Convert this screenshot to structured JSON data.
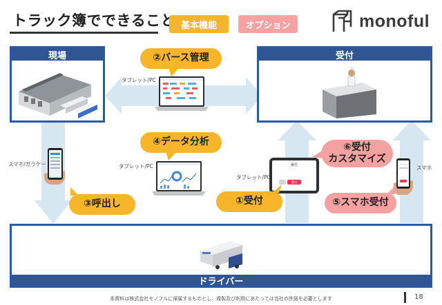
{
  "header": {
    "title": "トラック簿でできること",
    "badge_main": "基本機能",
    "badge_option": "オプション",
    "logo_text": "monoful"
  },
  "boxes": {
    "genba": "現場",
    "uketsuke": "受付",
    "driver": "ドライバー"
  },
  "features": {
    "f1": "①受付",
    "f2": "②バース管理",
    "f3": "③呼出し",
    "f4": "④データ分析",
    "f5": "⑤スマホ受付",
    "f6_line1": "⑥受付",
    "f6_line2": "カスタマイズ"
  },
  "device_labels": {
    "tablet_pc_1": "タブレット/PC",
    "tablet_pc_2": "タブレット/PC",
    "tablet_pc_3": "タブレット/PC",
    "smartphone_feature": "スマホ/ガラケー",
    "smartphone": "スマホ"
  },
  "tablet_screen": {
    "title": "受付",
    "button": "受付"
  },
  "footer": {
    "note": "本資料は株式会社モノフルに帰属するものとし、複製及び利用にあたっては当社の許諾を必要とします",
    "page": "18"
  },
  "colors": {
    "navy": "#2f5692",
    "border_blue": "#2a5aa7",
    "yellow": "#f7b52c",
    "pink": "#f4a1a1",
    "arrow": "#d7e7f2"
  }
}
